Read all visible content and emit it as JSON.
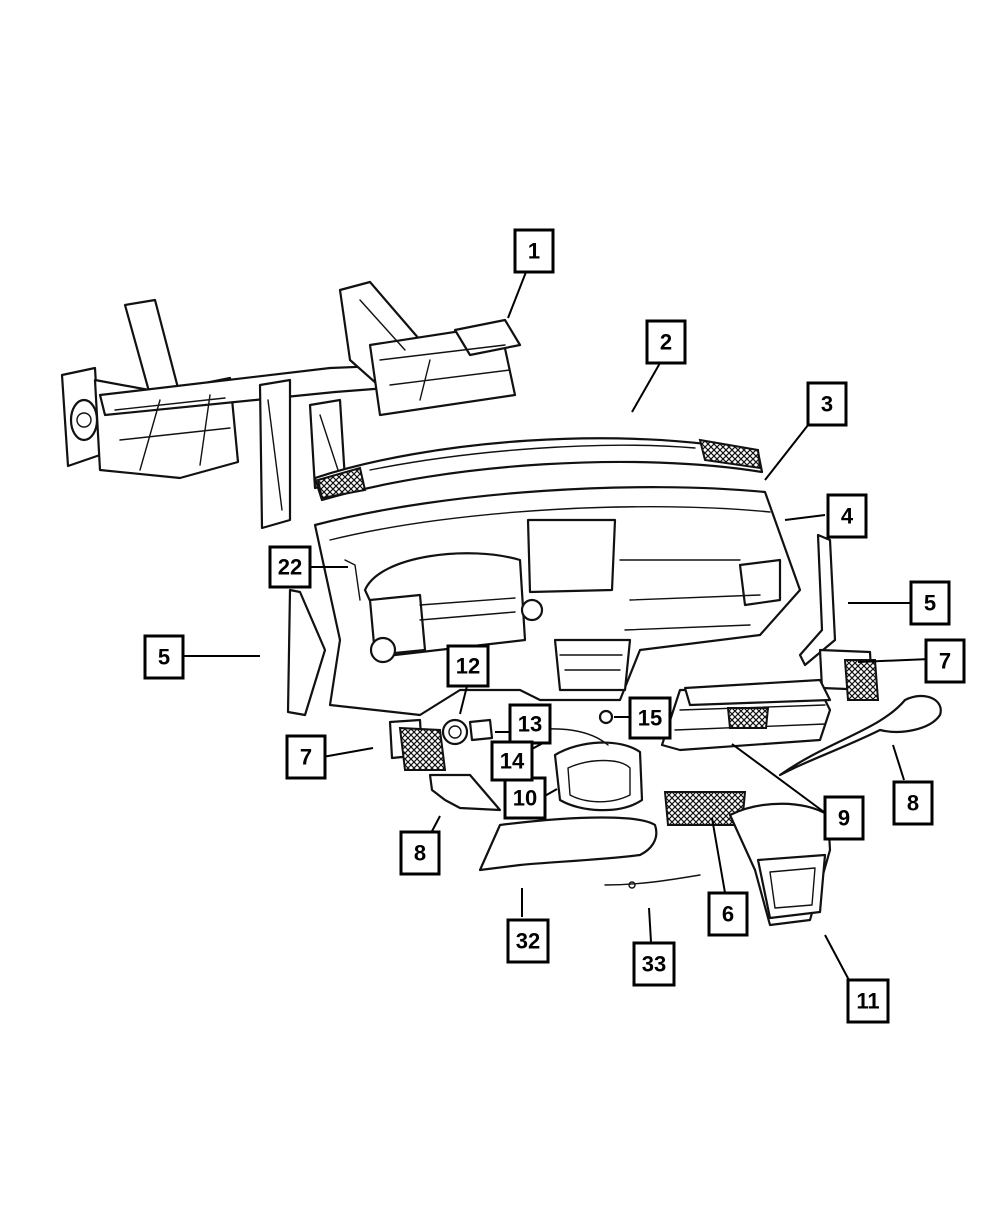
{
  "callouts": [
    {
      "id": "c1",
      "label": "1"
    },
    {
      "id": "c2",
      "label": "2"
    },
    {
      "id": "c3",
      "label": "3"
    },
    {
      "id": "c4",
      "label": "4"
    },
    {
      "id": "c5a",
      "label": "5"
    },
    {
      "id": "c5b",
      "label": "5"
    },
    {
      "id": "c6",
      "label": "6"
    },
    {
      "id": "c7a",
      "label": "7"
    },
    {
      "id": "c7b",
      "label": "7"
    },
    {
      "id": "c8a",
      "label": "8"
    },
    {
      "id": "c8b",
      "label": "8"
    },
    {
      "id": "c9",
      "label": "9"
    },
    {
      "id": "c10",
      "label": "10"
    },
    {
      "id": "c11",
      "label": "11"
    },
    {
      "id": "c12",
      "label": "12"
    },
    {
      "id": "c13",
      "label": "13"
    },
    {
      "id": "c14",
      "label": "14"
    },
    {
      "id": "c15",
      "label": "15"
    },
    {
      "id": "c22",
      "label": "22"
    },
    {
      "id": "c32",
      "label": "32"
    },
    {
      "id": "c33",
      "label": "33"
    }
  ]
}
